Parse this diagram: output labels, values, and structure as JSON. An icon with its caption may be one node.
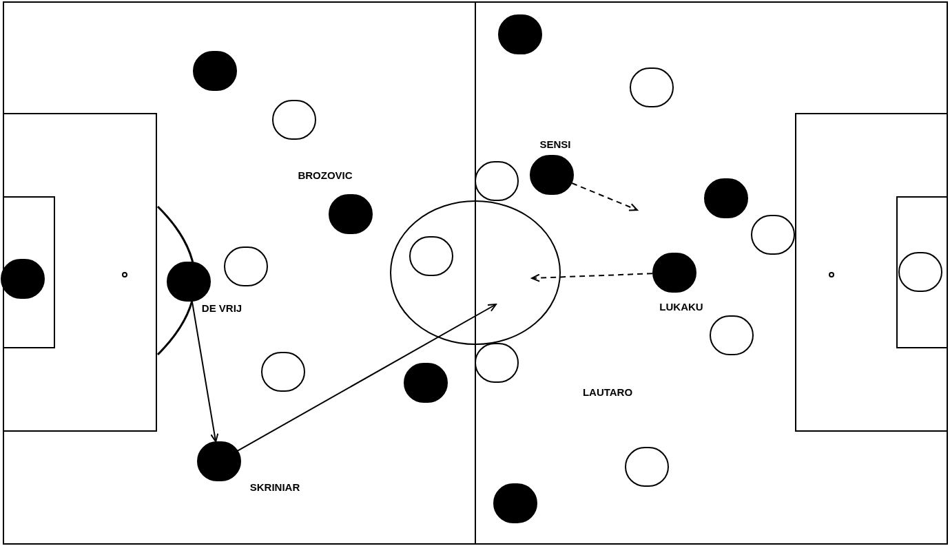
{
  "diagram": {
    "nodes": [
      {
        "text": [],
        "shape": "disc"
      },
      {
        "text": [],
        "shape": "disc"
      },
      {
        "text": [],
        "shape": "circle"
      },
      {
        "text": [],
        "shape": "circle"
      },
      {
        "text": [],
        "shape": "disc",
        "beside": [
          "SENSI"
        ]
      },
      {
        "text": [],
        "shape": "circle"
      },
      {
        "text": [],
        "shape": "disc"
      },
      {
        "text": [],
        "shape": "disc",
        "beside": [
          "BROZOVIC"
        ]
      },
      {
        "text": [],
        "shape": "circle"
      },
      {
        "text": [],
        "shape": "circle"
      },
      {
        "text": [],
        "shape": "circle"
      },
      {
        "text": [],
        "shape": "circle"
      },
      {
        "text": [],
        "shape": "disc",
        "beside": [
          "LUKAKU"
        ]
      },
      {
        "text": [],
        "shape": "disc"
      },
      {
        "text": [],
        "shape": "disc",
        "beside": [
          "DE VRIJ"
        ]
      },
      {
        "text": [],
        "shape": "circle"
      },
      {
        "text": [],
        "shape": "circle"
      },
      {
        "text": [],
        "shape": "circle"
      },
      {
        "text": [],
        "shape": "disc"
      },
      {
        "text": [],
        "shape": "disc",
        "beside": [
          "SKRINIAR"
        ]
      },
      {
        "text": [],
        "shape": "circle"
      },
      {
        "text": [],
        "shape": "disc"
      }
    ],
    "edges": [
      {
        "from": 14,
        "to": 19,
        "arrow": "to"
      },
      {
        "from": 19,
        "to": null,
        "arrow": "to"
      },
      {
        "from": 4,
        "to": null,
        "arrow": "to",
        "style": "dashed"
      },
      {
        "from": 12,
        "to": null,
        "arrow": "to",
        "style": "dashed"
      }
    ],
    "labels": [
      "LAUTARO"
    ]
  }
}
